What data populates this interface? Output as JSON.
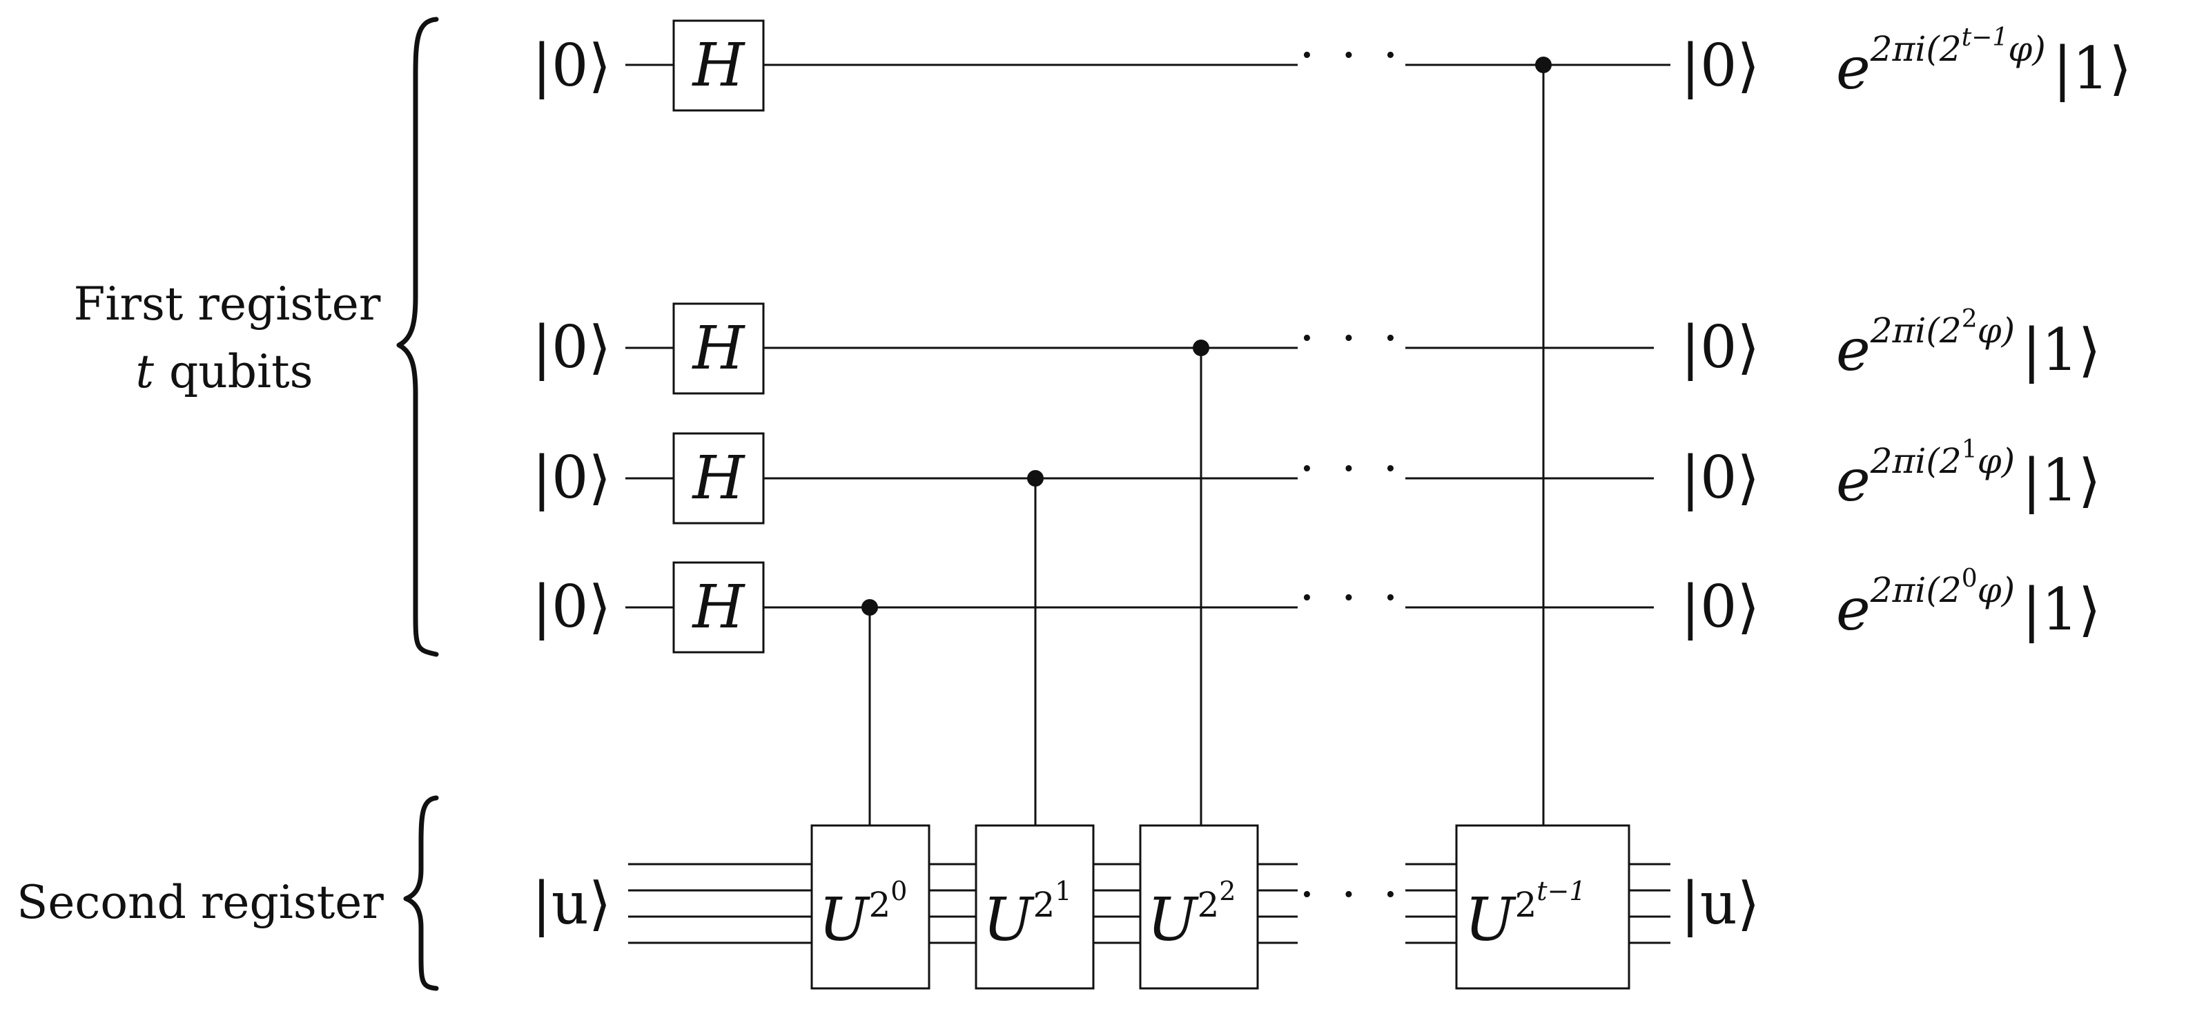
{
  "registers": {
    "first_line1": "First register",
    "first_line2": "qubits",
    "first_var": "t",
    "second": "Second register"
  },
  "inputs": {
    "qubit": "|0⟩",
    "target": "|u⟩"
  },
  "hadamard": "H",
  "ellipsis": "· · ·",
  "outputs": {
    "qubit": "|0⟩",
    "target": "|u⟩"
  },
  "unitary": {
    "base": "U",
    "exponents": [
      "0",
      "1",
      "2",
      "t−1"
    ]
  },
  "output_phases": {
    "prefix": "e",
    "sup_prefix": "2πi(2",
    "sup_suffix": "φ)",
    "ket": "|1⟩",
    "exponents": [
      "t−1",
      "2",
      "1",
      "0"
    ]
  },
  "colors": {
    "ink": "#111111",
    "background": "#ffffff"
  }
}
